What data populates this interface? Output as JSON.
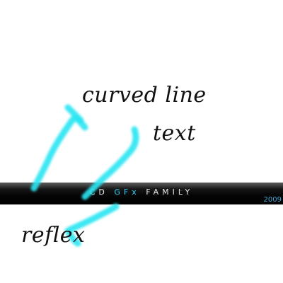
{
  "annotations": {
    "curved_line": "curved line",
    "text": "text",
    "reflex": "reflex"
  },
  "banner": {
    "brand_prefix": "CD ",
    "brand_accent": "GFx",
    "brand_suffix": " FAMILY",
    "year": "2009",
    "accent_color": "#34c6ef"
  },
  "strokes": {
    "color": "#29e6f2"
  }
}
